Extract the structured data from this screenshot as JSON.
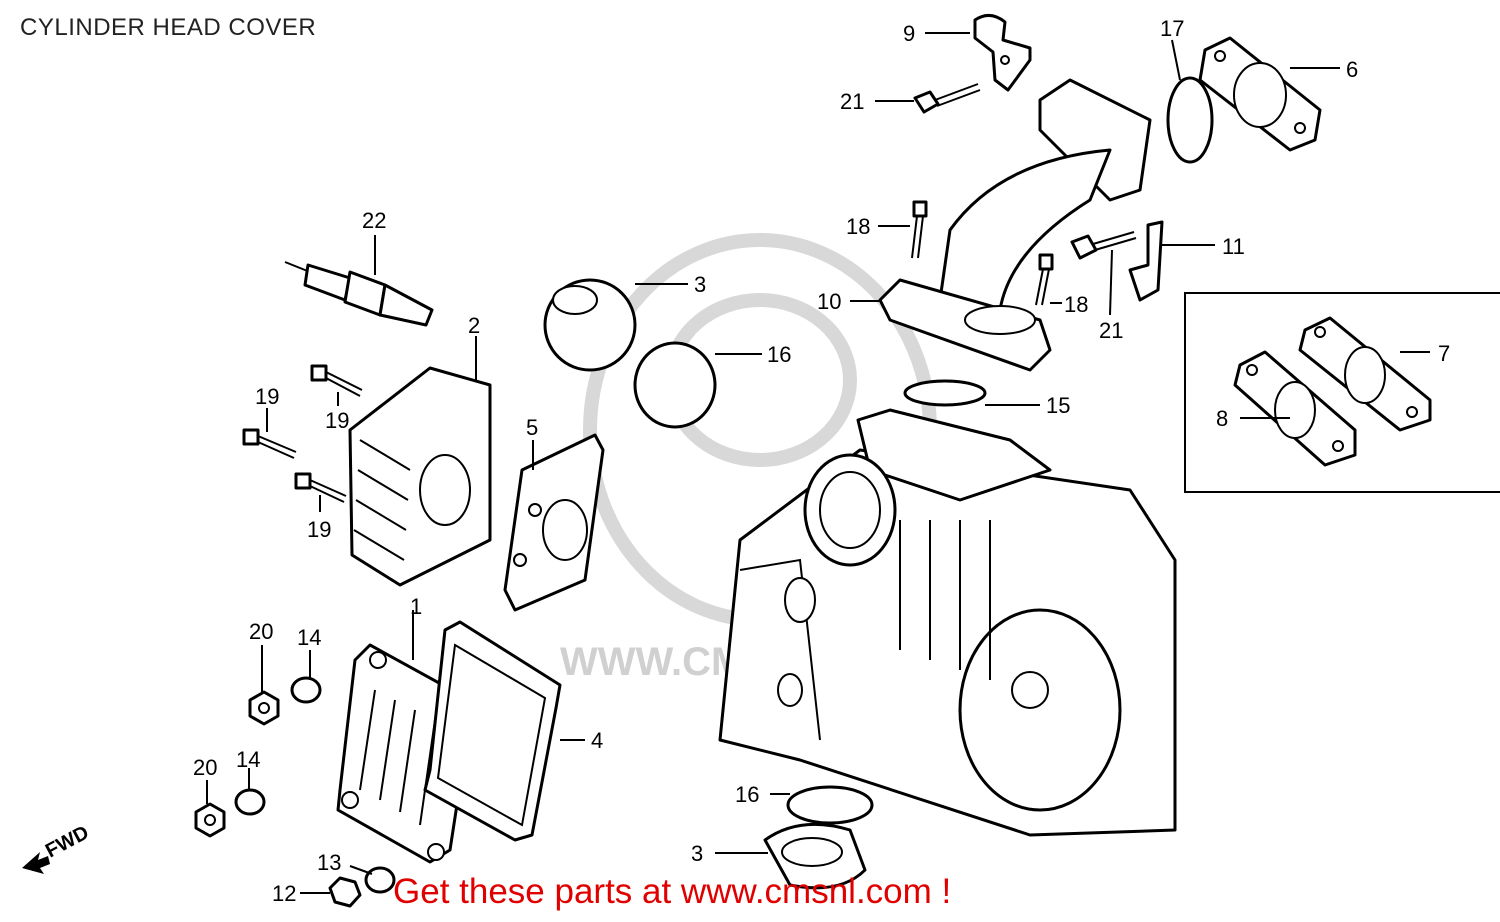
{
  "title": "CYLINDER HEAD COVER",
  "footer_cta": "Get these parts at www.cmsnl.com !",
  "watermark_text": "WWW.CMSNL.COM",
  "fwd_label": "FWD",
  "colors": {
    "cta": "#e10000",
    "lines": "#000000",
    "watermark": "#d8d8d8"
  },
  "callouts": [
    {
      "id": "c9",
      "text": "9"
    },
    {
      "id": "c21a",
      "text": "21"
    },
    {
      "id": "c17",
      "text": "17"
    },
    {
      "id": "c6",
      "text": "6"
    },
    {
      "id": "c18a",
      "text": "18"
    },
    {
      "id": "c11",
      "text": "11"
    },
    {
      "id": "c22",
      "text": "22"
    },
    {
      "id": "c3a",
      "text": "3"
    },
    {
      "id": "c10",
      "text": "10"
    },
    {
      "id": "c18b",
      "text": "18"
    },
    {
      "id": "c21b",
      "text": "21"
    },
    {
      "id": "c2",
      "text": "2"
    },
    {
      "id": "c16a",
      "text": "16"
    },
    {
      "id": "c7",
      "text": "7"
    },
    {
      "id": "c19a",
      "text": "19"
    },
    {
      "id": "c19b",
      "text": "19"
    },
    {
      "id": "c5",
      "text": "5"
    },
    {
      "id": "c15",
      "text": "15"
    },
    {
      "id": "c8",
      "text": "8"
    },
    {
      "id": "c19c",
      "text": "19"
    },
    {
      "id": "c1",
      "text": "1"
    },
    {
      "id": "c20a",
      "text": "20"
    },
    {
      "id": "c14a",
      "text": "14"
    },
    {
      "id": "c4",
      "text": "4"
    },
    {
      "id": "c20b",
      "text": "20"
    },
    {
      "id": "c14b",
      "text": "14"
    },
    {
      "id": "c16b",
      "text": "16"
    },
    {
      "id": "c3b",
      "text": "3"
    },
    {
      "id": "c13",
      "text": "13"
    },
    {
      "id": "c12",
      "text": "12"
    }
  ]
}
